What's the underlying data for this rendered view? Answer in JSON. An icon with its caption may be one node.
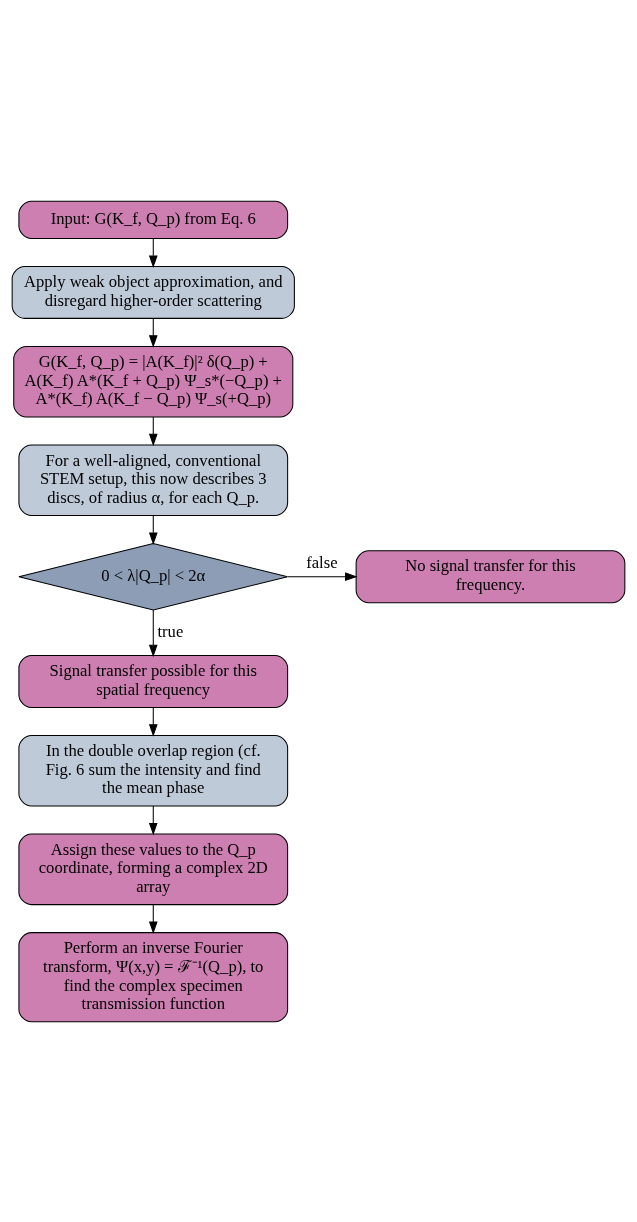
{
  "diagram": {
    "nodes": [
      {
        "text": [
          "Input: G(K_f, Q_p) from Eq. 6"
        ]
      },
      {
        "text": [
          "Apply weak object approximation, and disregard higher-order scattering"
        ]
      },
      {
        "text": [
          "G(K_f, Q_p) = |A(K_f)|² δ(Q_p) + A(K_f) A*(K_f + Q_p) Ψ_s*(−Q_p) + A*(K_f) A(K_f − Q_p) Ψ_s(+Q_p)"
        ]
      },
      {
        "text": [
          "For a well-aligned, conventional STEM setup, this now describes 3 discs, of radius α, for each Q_p."
        ]
      },
      {
        "text": [
          "0 < λ|Q_p| < 2α"
        ]
      },
      {
        "text": [
          "No signal transfer for this frequency."
        ]
      },
      {
        "text": [
          "Signal transfer possible for this spatial frequency"
        ]
      },
      {
        "text": [
          "In the double overlap region (cf. Fig. 6 sum the intensity and find the mean phase"
        ]
      },
      {
        "text": [
          "Assign these values to the Q_p coordinate, forming a complex 2D array"
        ]
      },
      {
        "text": [
          "Perform an inverse Fourier transform, Ψ(x,y) = ℱ⁻¹(Q_p), to find the complex specimen transmission function"
        ]
      }
    ],
    "edges": [
      {
        "from": 0,
        "to": 1,
        "arrow": "to"
      },
      {
        "from": 1,
        "to": 2,
        "arrow": "to"
      },
      {
        "from": 2,
        "to": 3,
        "arrow": "to"
      },
      {
        "from": 3,
        "to": 4,
        "arrow": "to"
      },
      {
        "from": 4,
        "to": 5,
        "arrow": "to",
        "label": "false"
      },
      {
        "from": 4,
        "to": 6,
        "arrow": "to",
        "label": "true"
      },
      {
        "from": 6,
        "to": 7,
        "arrow": "to"
      },
      {
        "from": 7,
        "to": 8,
        "arrow": "to"
      },
      {
        "from": 8,
        "to": 9,
        "arrow": "to"
      }
    ]
  }
}
